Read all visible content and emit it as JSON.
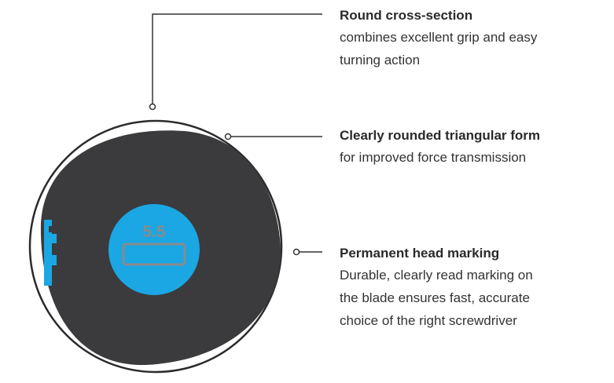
{
  "handle": {
    "size_marking": "5.5",
    "colors": {
      "body": "#3b3b3d",
      "outline": "#2b2b2b",
      "marking_disc": "#1aa7e3",
      "marking_text": "#8a8a8c",
      "side_marks": "#1aa7e3",
      "leader_lines": "#333333"
    }
  },
  "callouts": [
    {
      "title": "Round cross-section",
      "desc_lines": [
        "combines excellent grip and easy",
        "turning action"
      ]
    },
    {
      "title": "Clearly rounded triangular form",
      "desc_lines": [
        "for improved force transmission"
      ]
    },
    {
      "title": "Permanent head marking",
      "desc_lines": [
        "Durable, clearly read marking on",
        "the blade ensures fast, accurate",
        "choice of the right screwdriver"
      ]
    }
  ]
}
